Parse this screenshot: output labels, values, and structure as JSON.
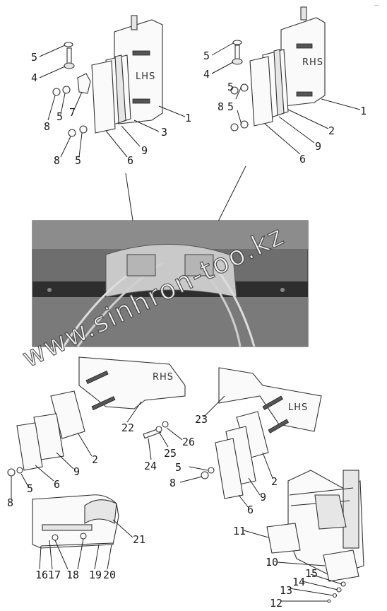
{
  "corner_mark": "--",
  "watermark": "www.sinhron-too.kz",
  "side_labels": {
    "top_left": "LHS",
    "top_right": "RHS",
    "bottom_rhs": "RHS",
    "bottom_lhs": "LHS"
  },
  "callouts": {
    "tl_1": "1",
    "tl_3": "3",
    "tl_4": "4",
    "tl_5a": "5",
    "tl_5b": "5",
    "tl_5c": "5",
    "tl_6": "6",
    "tl_7": "7",
    "tl_8a": "8",
    "tl_8b": "8",
    "tl_9": "9",
    "tr_1": "1",
    "tr_2": "2",
    "tr_4": "4",
    "tr_5a": "5",
    "tr_5b": "5",
    "tr_5c": "5",
    "tr_6": "6",
    "tr_8": "8",
    "tr_9": "9",
    "bl_22": "22",
    "bl_23": "23",
    "bl_2a": "2",
    "bl_9a": "9",
    "bl_6a": "6",
    "bl_5a": "5",
    "bl_8a": "8",
    "bl_24": "24",
    "bl_25": "25",
    "bl_26": "26",
    "bl_5b": "5",
    "bl_8b": "8",
    "bl_2b": "2",
    "bl_9b": "9",
    "bl_6b": "6",
    "bs_21": "21",
    "bs_16": "16",
    "bs_17": "17",
    "bs_18": "18",
    "bs_19": "19",
    "bs_20": "20",
    "br_11": "11",
    "br_10": "10",
    "br_15": "15",
    "br_14": "14",
    "br_13": "13",
    "br_12": "12"
  }
}
